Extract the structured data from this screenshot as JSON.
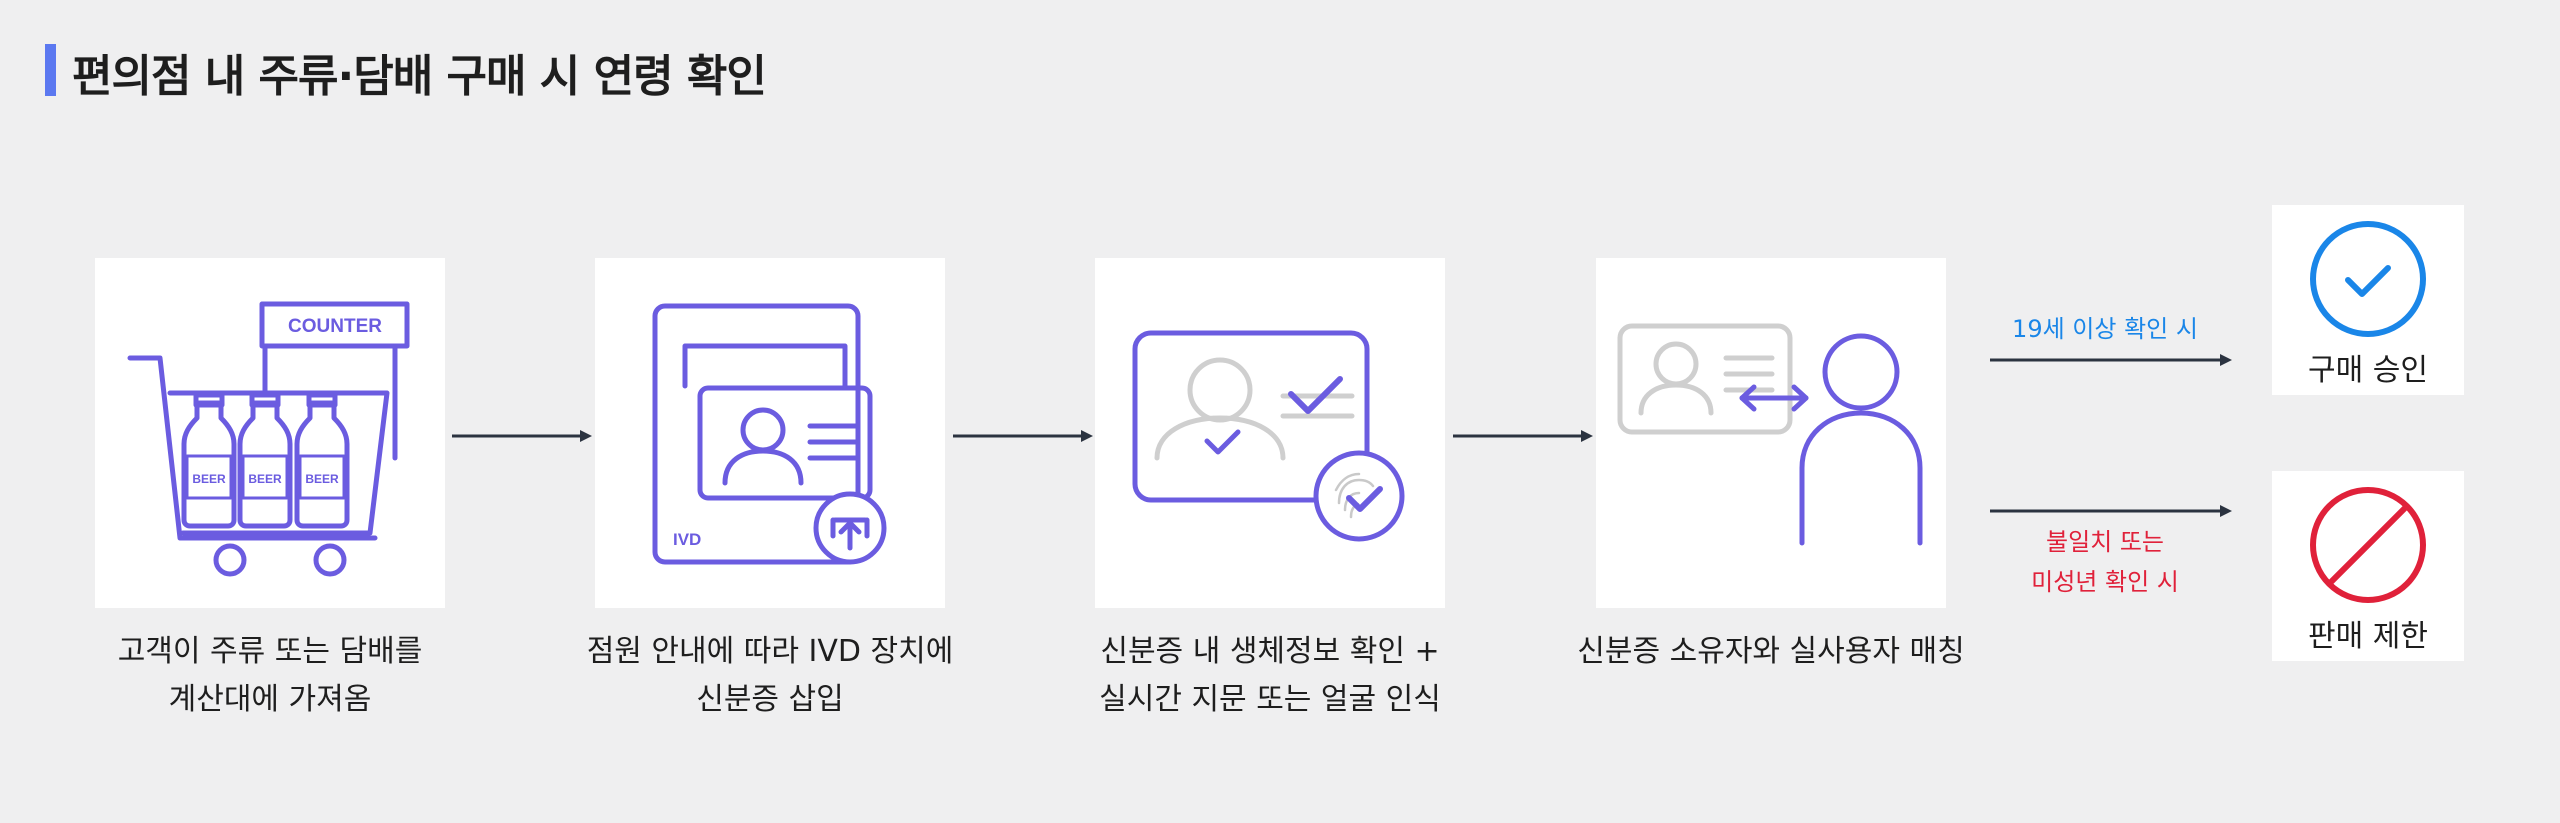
{
  "title": "편의점 내 주류·담배 구매 시 연령 확인",
  "steps": [
    {
      "icon": "shopping-cart-beer-icon",
      "line1": "고객이 주류 또는 담배를",
      "line2": "계산대에 가져옴",
      "counter_label": "COUNTER",
      "bottle_label": "BEER"
    },
    {
      "icon": "id-card-insert-icon",
      "line1": "점원 안내에 따라 IVD 장치에",
      "line2": "신분증 삽입",
      "device_label": "IVD"
    },
    {
      "icon": "id-card-fingerprint-check-icon",
      "line1": "신분증 내 생체정보 확인 +",
      "line2": "실시간 지문 또는 얼굴 인식"
    },
    {
      "icon": "id-person-match-icon",
      "line1": "신분증 소유자와 실사용자 매칭",
      "line2": ""
    }
  ],
  "branches": [
    {
      "condition_line1": "19세 이상 확인 시",
      "condition_line2": "",
      "result": "구매 승인",
      "icon": "check-circle-icon",
      "color": "#1a86e8"
    },
    {
      "condition_line1": "불일치 또는",
      "condition_line2": "미성년 확인 시",
      "result": "판매 제한",
      "icon": "prohibited-icon",
      "color": "#e0213a"
    }
  ],
  "colors": {
    "accent": "#5b78f0",
    "icon_stroke": "#6b5ce0",
    "arrow": "#2b3340",
    "muted": "#cfcfcf"
  }
}
